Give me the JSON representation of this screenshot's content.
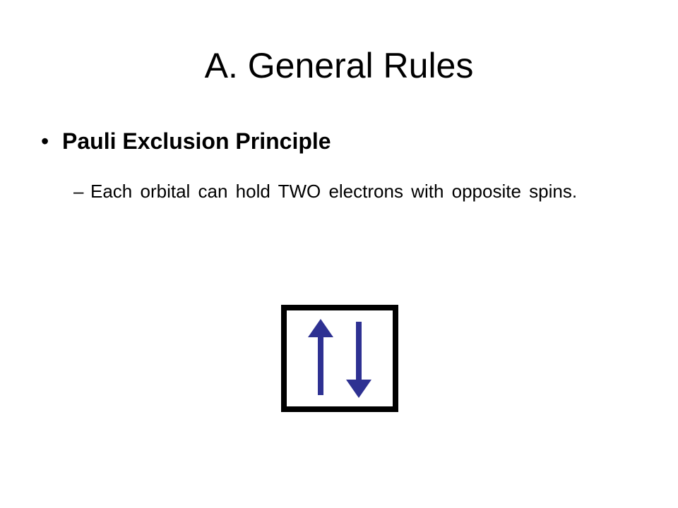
{
  "slide": {
    "title": "A.  General Rules",
    "bullets": [
      {
        "marker": "•",
        "text": "Pauli Exclusion Principle",
        "sub_items": [
          {
            "marker": "–",
            "text": "Each orbital can hold TWO electrons with opposite spins."
          }
        ]
      }
    ],
    "diagram": {
      "box_icon": "orbital-box",
      "arrows": [
        "up-arrow-icon",
        "down-arrow-icon"
      ],
      "arrow_color": "#2E3192",
      "box_color": "#000000"
    }
  }
}
